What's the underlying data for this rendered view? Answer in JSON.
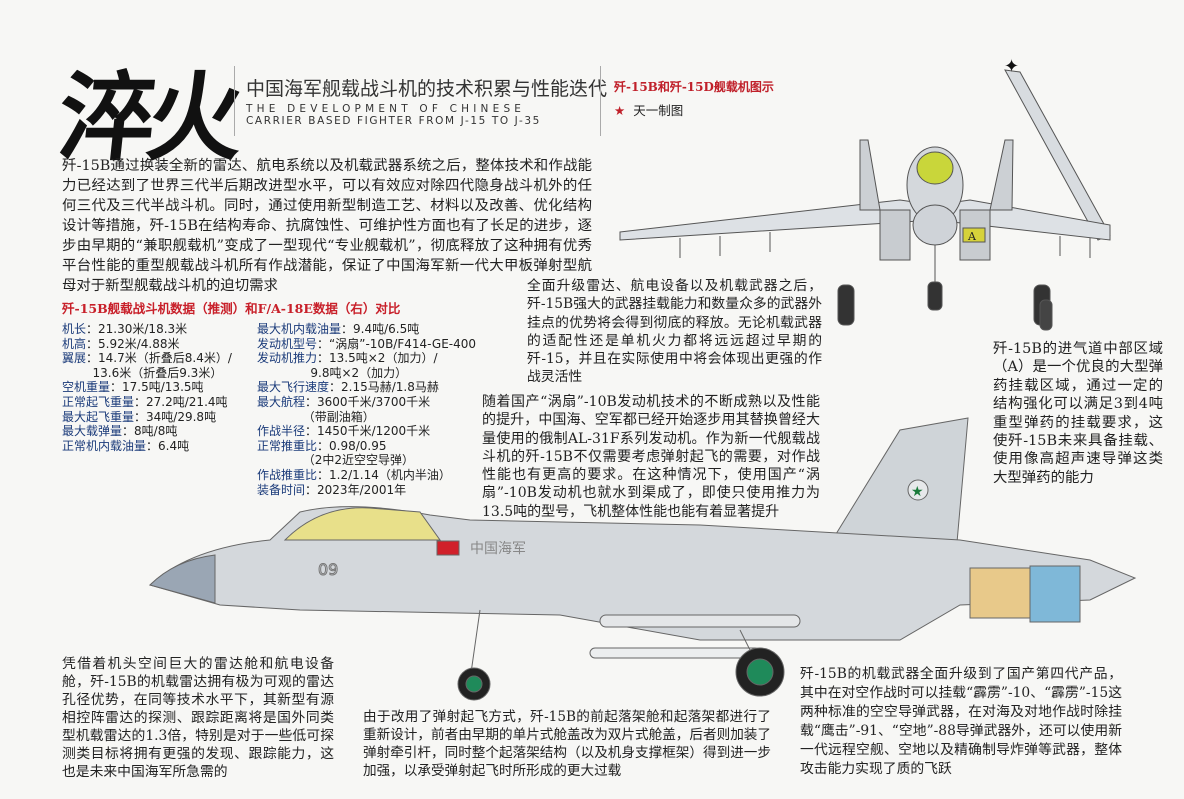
{
  "header": {
    "calligraphy": "淬火",
    "title": "中国海军舰载战斗机的技术积累与性能迭代",
    "subtitle_en_line1": "THE DEVELOPMENT OF CHINESE",
    "subtitle_en_line2": "CARRIER BASED FIGHTER FROM J-15 TO J-35",
    "diagram_title": "歼-15B和歼-15D舰载机图示",
    "credit": "天一制图"
  },
  "paragraphs": {
    "intro": "歼-15B通过换装全新的雷达、航电系统以及机载武器系统之后，整体技术和作战能力已经达到了世界三代半后期改进型水平，可以有效应对除四代隐身战斗机外的任何三代及三代半战斗机。同时，通过使用新型制造工艺、材料以及改善、优化结构设计等措施，歼-15B在结构寿命、抗腐蚀性、可维护性方面也有了长足的进步，逐步由早期的“兼职舰载机”变成了一型现代“专业舰载机”，彻底释放了这种拥有优秀平台性能的重型舰载战斗机所有作战潜能，保证了中国海军新一代大甲板弹射型航母对于新型舰载战斗机的迫切需求",
    "weapons_upgrade": "全面升级雷达、航电设备以及机载武器之后，歼-15B强大的武器挂载能力和数量众多的武器外挂点的优势将会得到彻底的释放。无论机载武器的适配性还是单机火力都将远远超过早期的歼-15，并且在实际使用中将会体现出更强的作战灵活性",
    "engine": "随着国产“涡扇”-10B发动机技术的不断成熟以及性能的提升，中国海、空军都已经开始逐步用其替换曾经大量使用的俄制AL-31F系列发动机。作为新一代舰载战斗机的歼-15B不仅需要考虑弹射起飞的需要，对作战性能也有更高的要求。在这种情况下，使用国产“涡扇”-10B发动机也就水到渠成了，即使只使用推力为13.5吨的型号，飞机整体性能也能有着显著提升",
    "intake": "歼-15B的进气道中部区域（A）是一个优良的大型弹药挂载区域，通过一定的结构强化可以满足3到4吨重型弹药的挂载要求，这使歼-15B未来具备挂载、使用像高超声速导弹这类大型弹药的能力",
    "radar": "凭借着机头空间巨大的雷达舱和航电设备舱，歼-15B的机载雷达拥有极为可观的雷达孔径优势，在同等技术水平下，其新型有源相控阵雷达的探测、跟踪距离将是国外同类型机载雷达的1.3倍，特别是对于一些低可探测类目标将拥有更强的发现、跟踪能力，这也是未来中国海军所急需的",
    "landing_gear": "由于改用了弹射起飞方式，歼-15B的前起落架舱和起落架都进行了重新设计，前者由早期的单片式舱盖改为双片式舱盖，后者则加装了弹射牵引杆，同时整个起落架结构（以及机身支撑框架）得到进一步加强，以承受弹射起飞时所形成的更大过载",
    "armament": "歼-15B的机载武器全面升级到了国产第四代产品，其中在对空作战时可以挂载“霹雳”-10、“霹雳”-15这两种标准的空空导弹武器，在对海及对地作战时除挂载“鹰击”-91、“空地”-88导弹武器外，还可以使用新一代远程空舰、空地以及精确制导炸弹等武器，整体攻击能力实现了质的飞跃"
  },
  "specs": {
    "heading": "歼-15B舰载战斗机数据（推测）和F/A-18E数据（右）对比",
    "left": [
      {
        "k": "机长",
        "v": "21.30米/18.3米"
      },
      {
        "k": "机高",
        "v": "5.92米/4.88米"
      },
      {
        "k": "翼展",
        "v": "14.7米（折叠后8.4米）/\n        13.6米（折叠后9.3米）"
      },
      {
        "k": "空机重量",
        "v": "17.5吨/13.5吨"
      },
      {
        "k": "正常起飞重量",
        "v": "27.2吨/21.4吨"
      },
      {
        "k": "最大起飞重量",
        "v": "34吨/29.8吨"
      },
      {
        "k": "最大载弹量",
        "v": "8吨/8吨"
      },
      {
        "k": "正常机内载油量",
        "v": "6.4吨"
      }
    ],
    "right": [
      {
        "k": "最大机内载油量",
        "v": "9.4吨/6.5吨"
      },
      {
        "k": "发动机型号",
        "v": "“涡扇”-10B/F414-GE-400"
      },
      {
        "k": "发动机推力",
        "v": "13.5吨×2（加力）/\n              9.8吨×2（加力）"
      },
      {
        "k": "最大飞行速度",
        "v": "2.15马赫/1.8马赫"
      },
      {
        "k": "最大航程",
        "v": "3600千米/3700千米\n            （带副油箱）"
      },
      {
        "k": "作战半径",
        "v": "1450千米/1200千米"
      },
      {
        "k": "正常推重比",
        "v": "0.98/0.95\n            （2中2近空空导弹）"
      },
      {
        "k": "作战推重比",
        "v": "1.2/1.14（机内半油）"
      },
      {
        "k": "装备时间",
        "v": "2023年/2001年"
      }
    ]
  },
  "aircraft": {
    "side_marking": "中国海军",
    "side_number": "09",
    "front_zone_label": "A"
  },
  "colors": {
    "accent_red": "#c8202a",
    "aircraft_grey": "#d4d8dc",
    "canopy": "#e8e08a",
    "wheel_green": "#1f8a5a"
  }
}
